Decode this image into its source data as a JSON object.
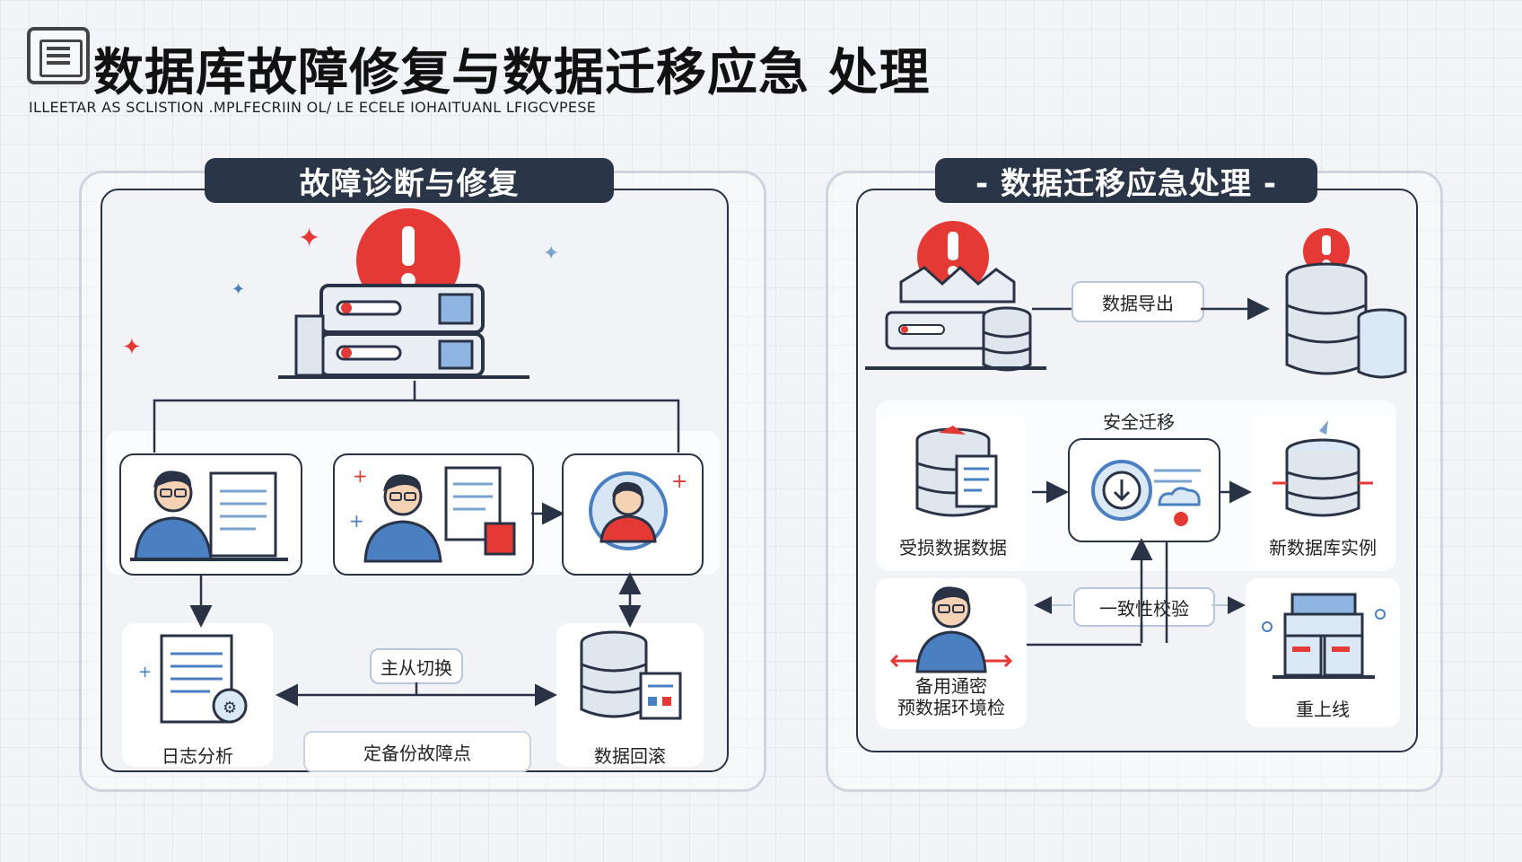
{
  "title": "数据库故障修复与数据迁移应急 处理",
  "subtitle": "ILLEETAR AS SCLISTION .MPLFECRIIN OL/ LE ECELE IOHAITUANL LFIGCVPESE",
  "left": {
    "header": "故障诊断与修复",
    "labels": {
      "log_analysis": "日志分析",
      "master_slave": "主从切换",
      "backup_point": "定备份故障点",
      "data_rollback": "数据回滚"
    }
  },
  "right": {
    "header": "- 数据迁移应急处理 -",
    "labels": {
      "data_export": "数据导出",
      "secure_migration": "安全迁移",
      "damaged_data": "受损数据数据",
      "new_instance": "新数据库实例",
      "consistency_check": "一致性校验",
      "standby_line1": "备用通密",
      "standby_line2": "预数据环境检",
      "go_online": "重上线"
    }
  },
  "colors": {
    "header_bg": "#2a3548",
    "accent_red": "#e53935",
    "accent_blue": "#4a7fc1",
    "line": "#2a3345"
  },
  "icons": [
    "alert-icon",
    "server-icon",
    "engineer-icon",
    "document-icon",
    "database-icon",
    "cloud-sync-icon",
    "server-rack-icon"
  ]
}
